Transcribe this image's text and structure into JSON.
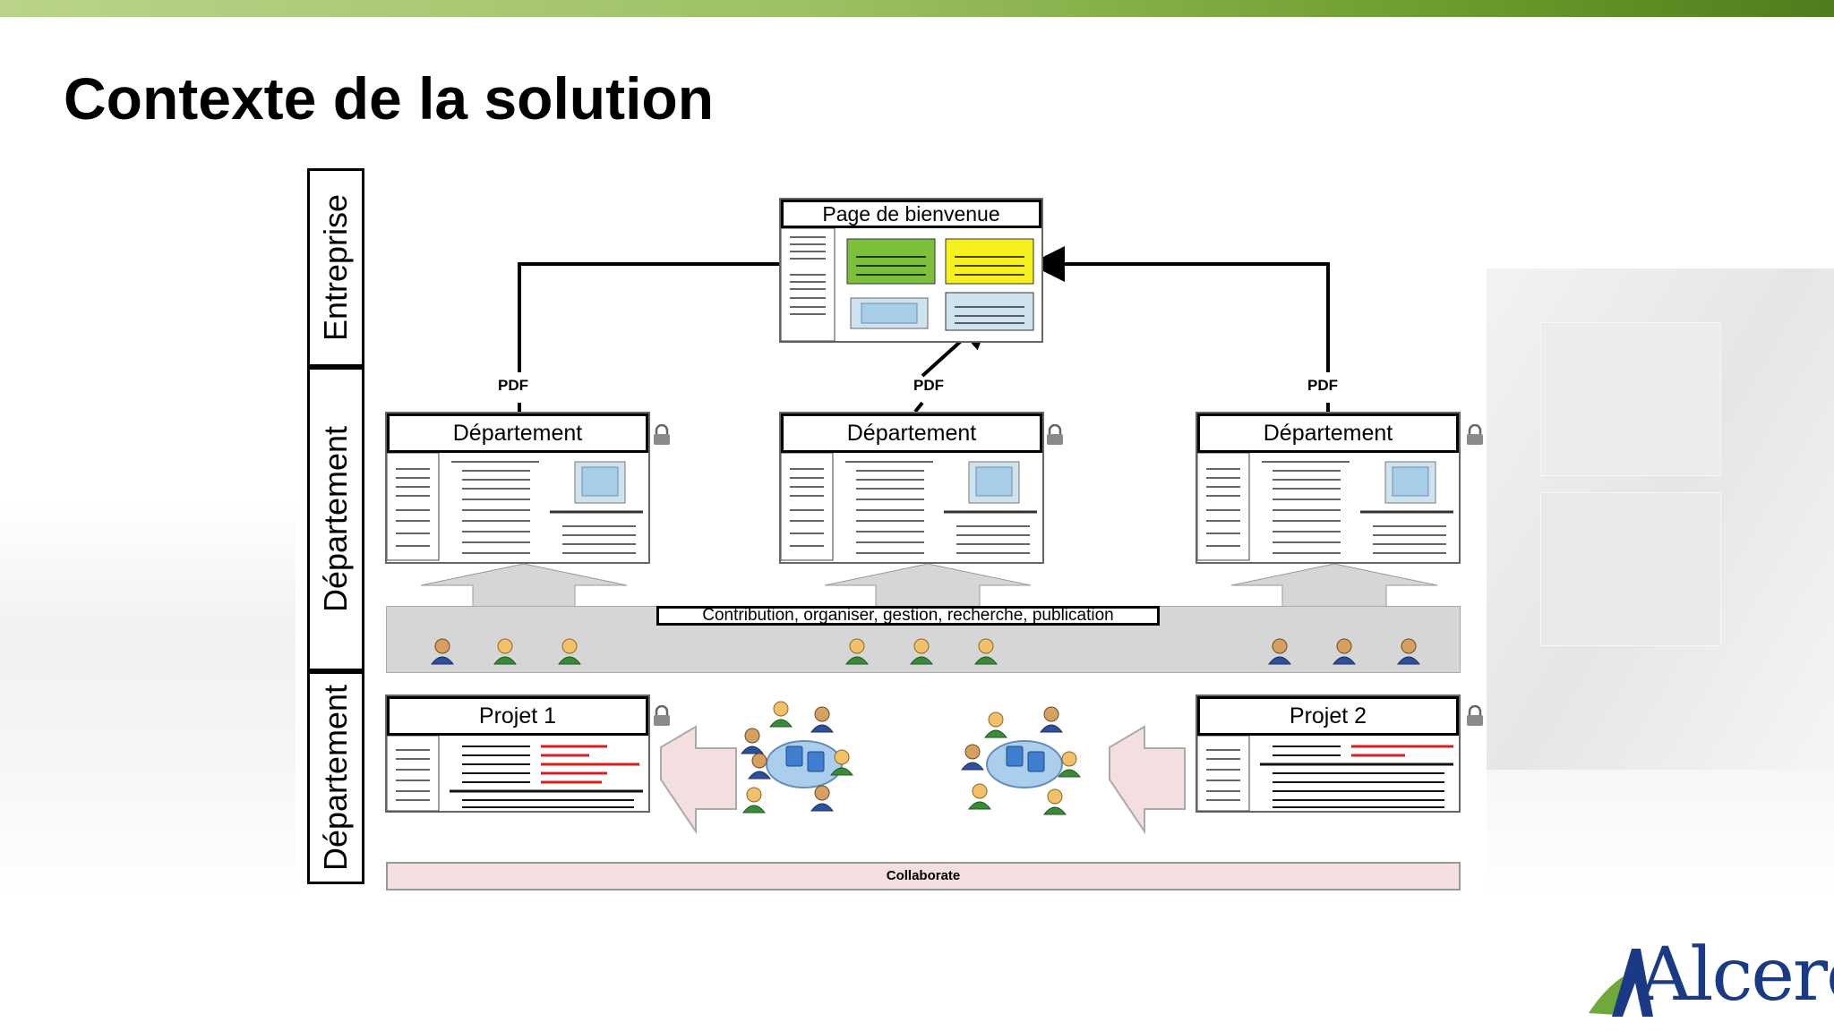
{
  "slide": {
    "title": "Contexte de la solution",
    "brand": "Alcero"
  },
  "colors": {
    "accent_green": "#7aa63a",
    "card_green": "#7cbf3a",
    "card_yellow": "#f5f01e",
    "card_blue": "#bfd9ea",
    "band_gray": "#d6d6d6",
    "collaborate_pink": "#f3dfe0",
    "highlight_red": "#d41f1f",
    "logo_blue": "#1a3a86"
  },
  "diagram": {
    "lanes": [
      "Entreprise",
      "Département",
      "Département"
    ],
    "welcome_page": {
      "title": "Page de bienvenue"
    },
    "pdf_labels": [
      "PDF",
      "PDF",
      "PDF"
    ],
    "departments": [
      {
        "title": "Département"
      },
      {
        "title": "Département"
      },
      {
        "title": "Département"
      }
    ],
    "contribution_band": "Contribution, organiser, gestion, recherche, publication",
    "projects": [
      {
        "title": "Projet 1"
      },
      {
        "title": "Projet 2"
      }
    ],
    "collaborate_band": "Collaborate"
  }
}
